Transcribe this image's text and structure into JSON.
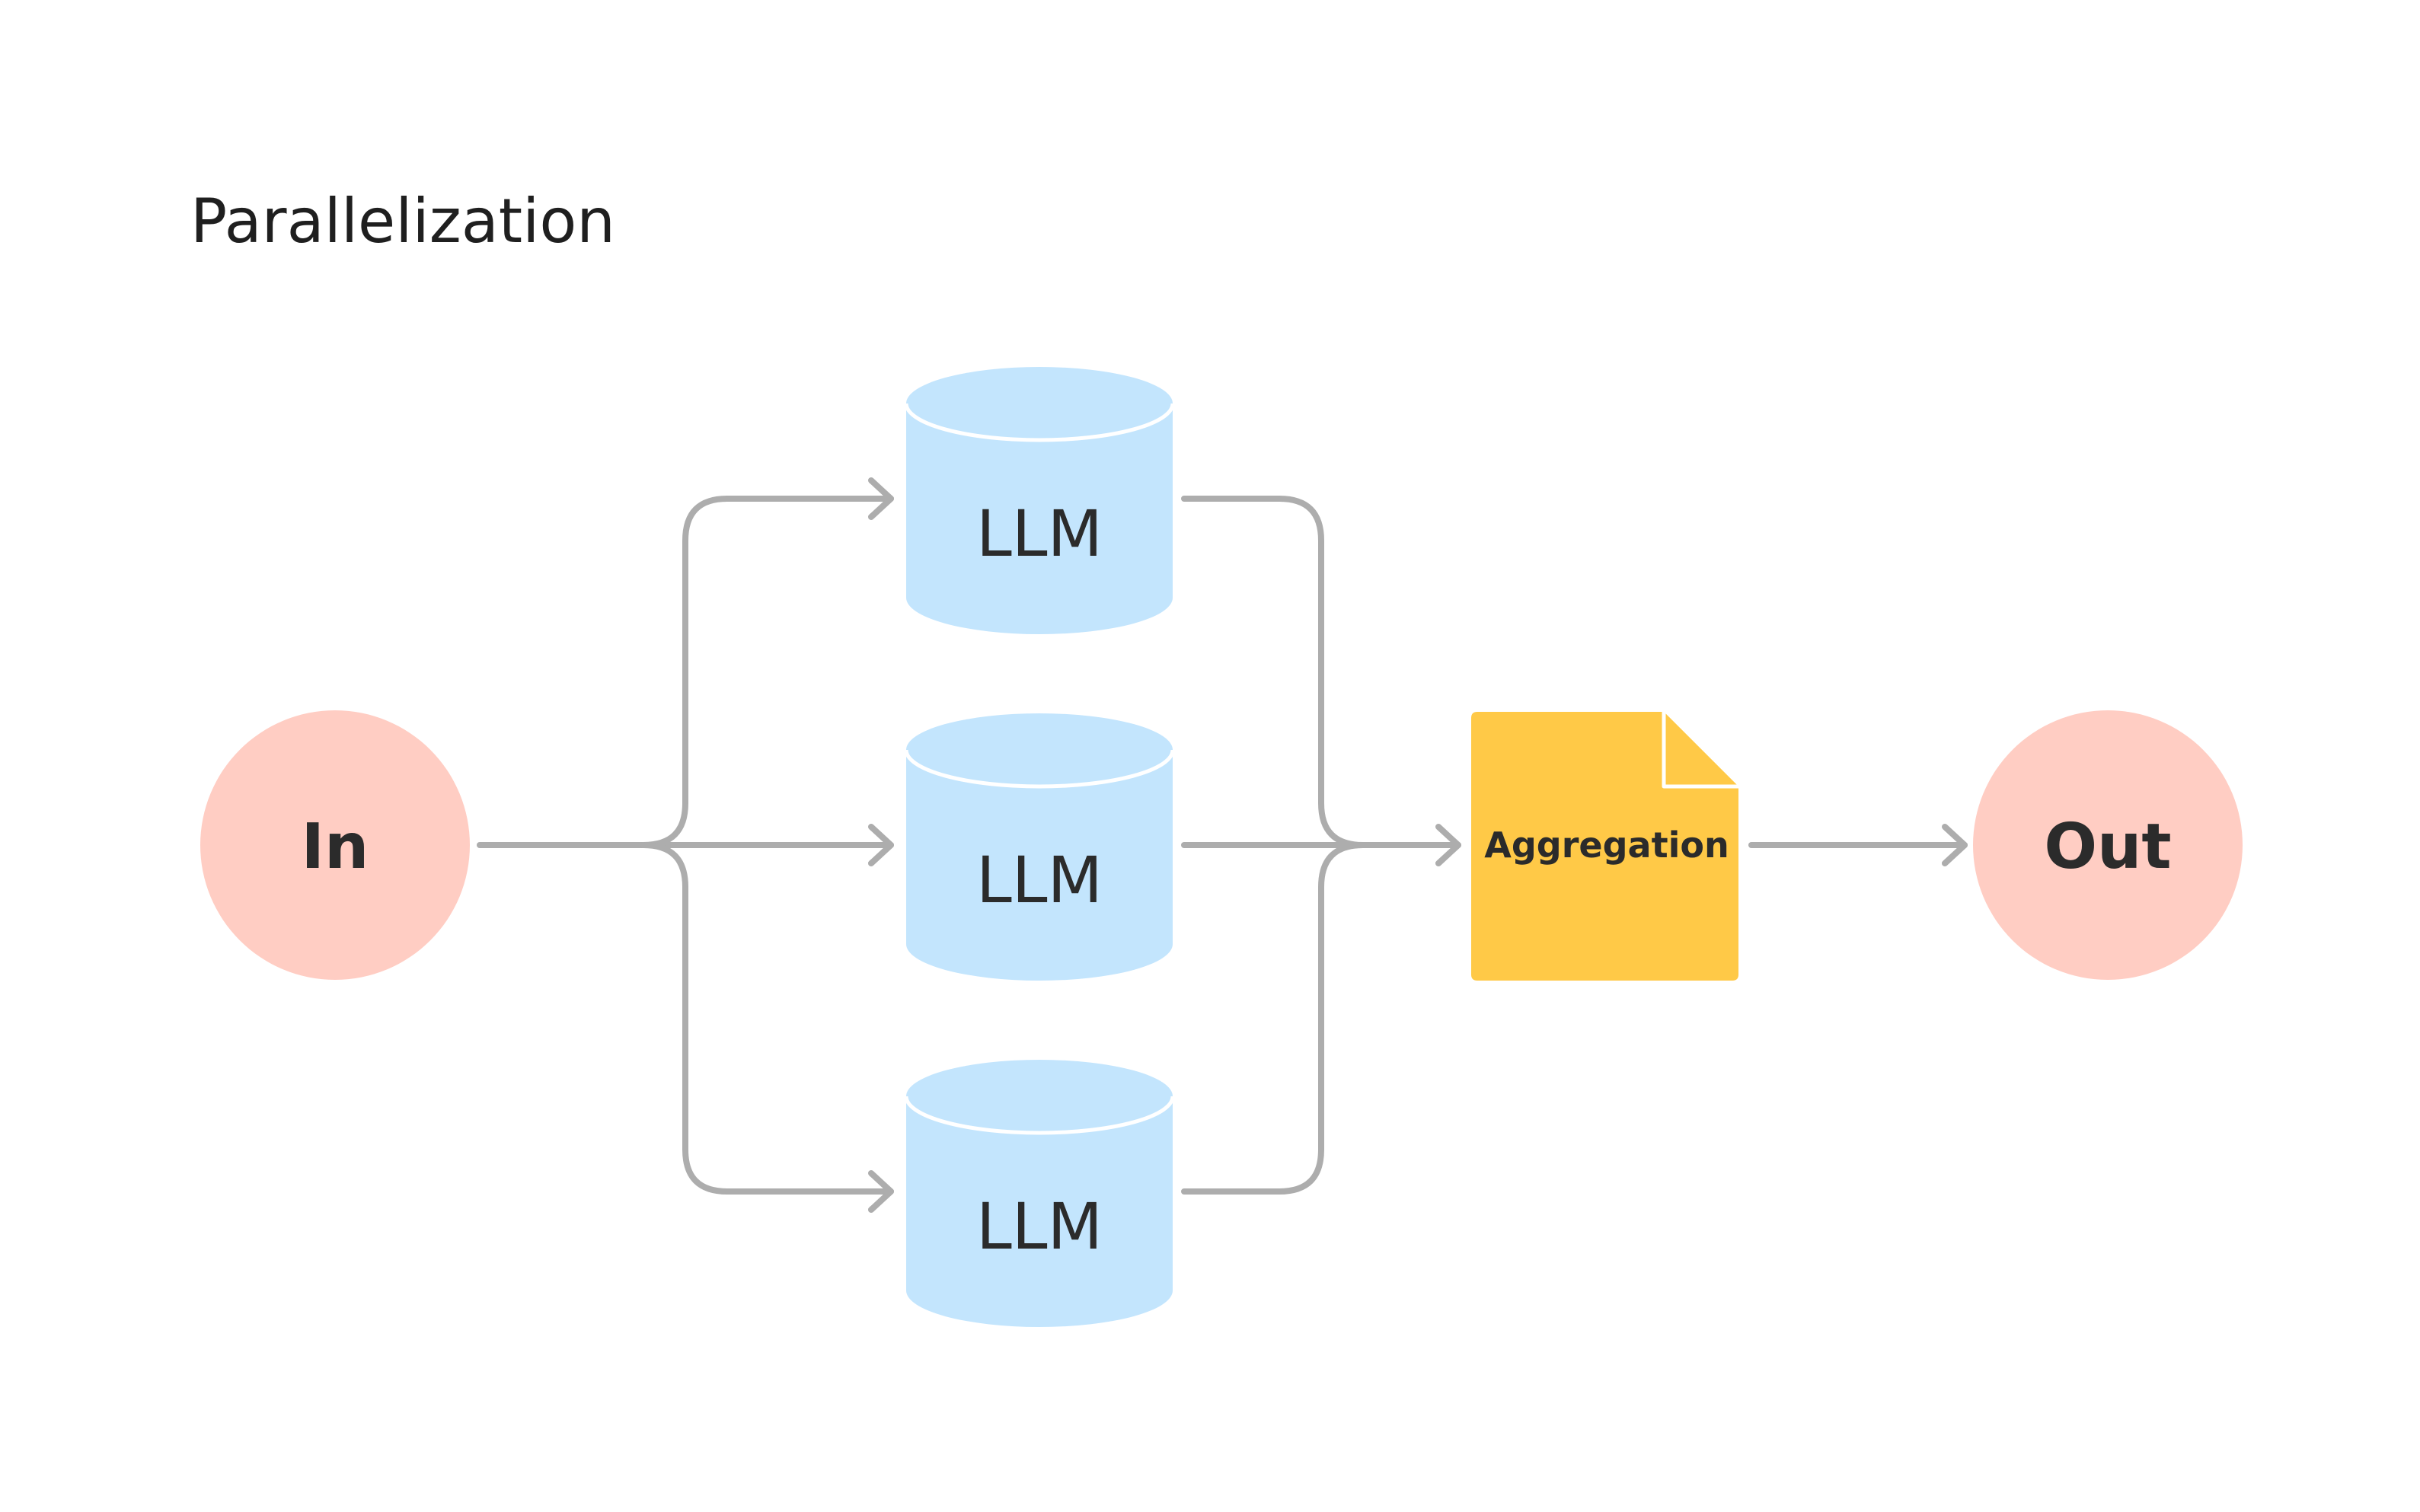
{
  "title": "Parallelization",
  "nodes": {
    "input": {
      "label": "In"
    },
    "llms": [
      {
        "label": "LLM"
      },
      {
        "label": "LLM"
      },
      {
        "label": "LLM"
      }
    ],
    "aggregator": {
      "label": "Aggregation"
    },
    "output": {
      "label": "Out"
    }
  },
  "colors": {
    "io_node": "#ffcdc3",
    "llm_node": "#c3e5fd",
    "aggregator_node": "#ffc947",
    "connector": "#adadad",
    "text": "#2b2b2b"
  }
}
